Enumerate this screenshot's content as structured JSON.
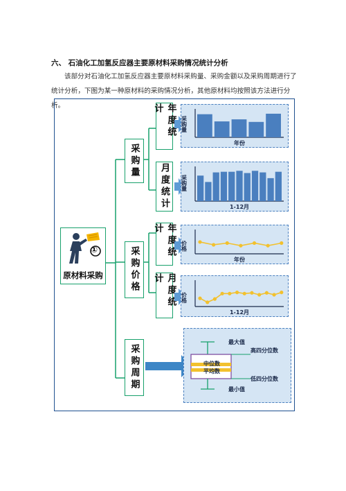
{
  "section": {
    "heading": "六、 石油化工加氢反应器主要原材料采购情况统计分析",
    "paragraph": "该部分对石油化工加氢反应器主要原材料采购量、采购金额以及采购周期进行了统计分析，下图为某一种原材料的采购情况分析，其他原材料均按照该方法进行分析。"
  },
  "diagram": {
    "root": {
      "badge": "①",
      "label": "原材料采购",
      "icon": "worker-icon"
    },
    "groups": [
      {
        "label": "采购量"
      },
      {
        "label": "采购价格"
      },
      {
        "label": "采购周期"
      }
    ],
    "subs": [
      {
        "label": "年度统计"
      },
      {
        "label": "月度统计"
      },
      {
        "label": "年度统计"
      },
      {
        "label": "月度统计"
      }
    ],
    "panels": {
      "annual_qty": {
        "ylabel": "采购量",
        "xlabel": "年份"
      },
      "monthly_qty": {
        "ylabel": "采购量",
        "xlabel": "1-12月"
      },
      "annual_price": {
        "ylabel": "价格",
        "xlabel": "年份"
      },
      "monthly_price": {
        "ylabel": "价格",
        "xlabel": "1-12月"
      },
      "boxplot": {
        "max": "最大值",
        "upper_q": "高四分位数",
        "median": "中位数",
        "mean": "平均数",
        "lower_q": "低四分位数",
        "min": "最小值"
      }
    },
    "colors": {
      "accent": "#4a7fbf",
      "bar": "#4a7fbf",
      "line": "#f2c12e",
      "box_border": "#17a06b",
      "panel_bg": "#d5e5f4",
      "arrow": "#3d86c6"
    }
  },
  "chart_data": [
    {
      "type": "bar",
      "values": [
        0.9,
        0.62,
        0.7,
        0.6,
        0.92
      ],
      "xlabel": "年份",
      "ylabel": "采购量"
    },
    {
      "type": "bar",
      "values": [
        0.8,
        0.6,
        0.9,
        0.92,
        0.92,
        0.95,
        0.88,
        0.95,
        0.9,
        0.72,
        0.92
      ],
      "xlabel": "1-12月",
      "ylabel": "采购量"
    },
    {
      "type": "line",
      "values": [
        0.55,
        0.42,
        0.5,
        0.38,
        0.5,
        0.38,
        0.5
      ],
      "xlabel": "年份",
      "ylabel": "价格"
    },
    {
      "type": "line",
      "values": [
        0.35,
        0.18,
        0.32,
        0.55,
        0.55,
        0.6,
        0.55,
        0.58,
        0.5,
        0.58,
        0.5,
        0.6
      ],
      "xlabel": "1-12月",
      "ylabel": "价格"
    }
  ]
}
